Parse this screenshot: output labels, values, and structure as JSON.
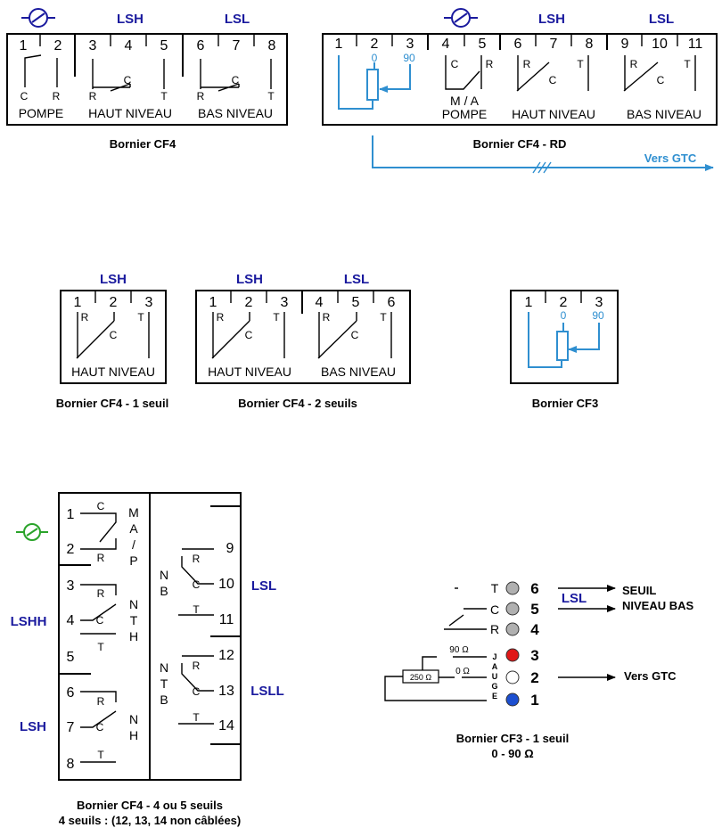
{
  "colors": {
    "header_text": "#1a1a9e",
    "analog_blue": "#2f8fd0",
    "pump_icon_blue": "#1a1a9e",
    "pump_icon_green": "#2aa32a",
    "led_red": "#e01818",
    "led_blue": "#1c4fd0",
    "led_grey": "#b0b0b0",
    "led_white": "#ffffff"
  },
  "icons": {
    "pump": "pump-icon",
    "arrow": "arrow-right-icon",
    "led": "indicator-led-icon"
  },
  "cf4": {
    "caption": "Bornier CF4",
    "headers": {
      "lsh": "LSH",
      "lsl": "LSL"
    },
    "terminals": [
      "1",
      "2",
      "3",
      "4",
      "5",
      "6",
      "7",
      "8"
    ],
    "groups": [
      "POMPE",
      "HAUT NIVEAU",
      "BAS NIVEAU"
    ],
    "contacts": {
      "c": "C",
      "r": "R",
      "t": "T"
    }
  },
  "cf4rd": {
    "caption": "Bornier CF4 - RD",
    "headers": {
      "lsh": "LSH",
      "lsl": "LSL"
    },
    "terminals": [
      "1",
      "2",
      "3",
      "4",
      "5",
      "6",
      "7",
      "8",
      "9",
      "10",
      "11"
    ],
    "analog": {
      "min": "0",
      "max": "90"
    },
    "groups": {
      "pump_l1": "M / A",
      "pump_l2": "POMPE",
      "haut": "HAUT NIVEAU",
      "bas": "BAS NIVEAU"
    },
    "vers_gtc": "Vers GTC"
  },
  "cf4_1s": {
    "caption": "Bornier CF4 - 1 seuil",
    "header": "LSH",
    "terminals": [
      "1",
      "2",
      "3"
    ],
    "group": "HAUT NIVEAU"
  },
  "cf4_2s": {
    "caption": "Bornier CF4 - 2 seuils",
    "headers": {
      "lsh": "LSH",
      "lsl": "LSL"
    },
    "terminals": [
      "1",
      "2",
      "3",
      "4",
      "5",
      "6"
    ],
    "groups": [
      "HAUT NIVEAU",
      "BAS NIVEAU"
    ]
  },
  "cf3": {
    "caption": "Bornier CF3",
    "terminals": [
      "1",
      "2",
      "3"
    ],
    "analog": {
      "min": "0",
      "max": "90"
    }
  },
  "cf4_45": {
    "caption_l1": "Bornier CF4 - 4 ou 5 seuils",
    "caption_l2": "4 seuils : (12, 13, 14 non câblées)",
    "left_terminals": [
      "1",
      "2",
      "3",
      "4",
      "5",
      "6",
      "7",
      "8"
    ],
    "right_terminals": [
      "9",
      "10",
      "11",
      "12",
      "13",
      "14"
    ],
    "map": [
      "M",
      "A",
      "/",
      "P"
    ],
    "nth": [
      "N",
      "T",
      "H"
    ],
    "nh": [
      "N",
      "H"
    ],
    "nb": [
      "N",
      "B"
    ],
    "ntb": [
      "N",
      "T",
      "B"
    ],
    "side_labels": {
      "lshh": "LSHH",
      "lsh": "LSH",
      "lsl": "LSL",
      "lsll": "LSLL"
    }
  },
  "cf3_1s": {
    "caption_l1": "Bornier CF3 - 1 seuil",
    "caption_l2": "0 - 90 Ω",
    "letters": [
      "T",
      "C",
      "R"
    ],
    "numbers": [
      "6",
      "5",
      "4",
      "3",
      "2",
      "1"
    ],
    "jauge": [
      "J",
      "A",
      "U",
      "G",
      "E"
    ],
    "lsl": "LSL",
    "seuil_l1": "SEUIL",
    "seuil_l2": "NIVEAU BAS",
    "vers_gtc": "Vers GTC",
    "ohm_90": "90 Ω",
    "ohm_0": "0 Ω",
    "ohm_250": "250 Ω"
  }
}
